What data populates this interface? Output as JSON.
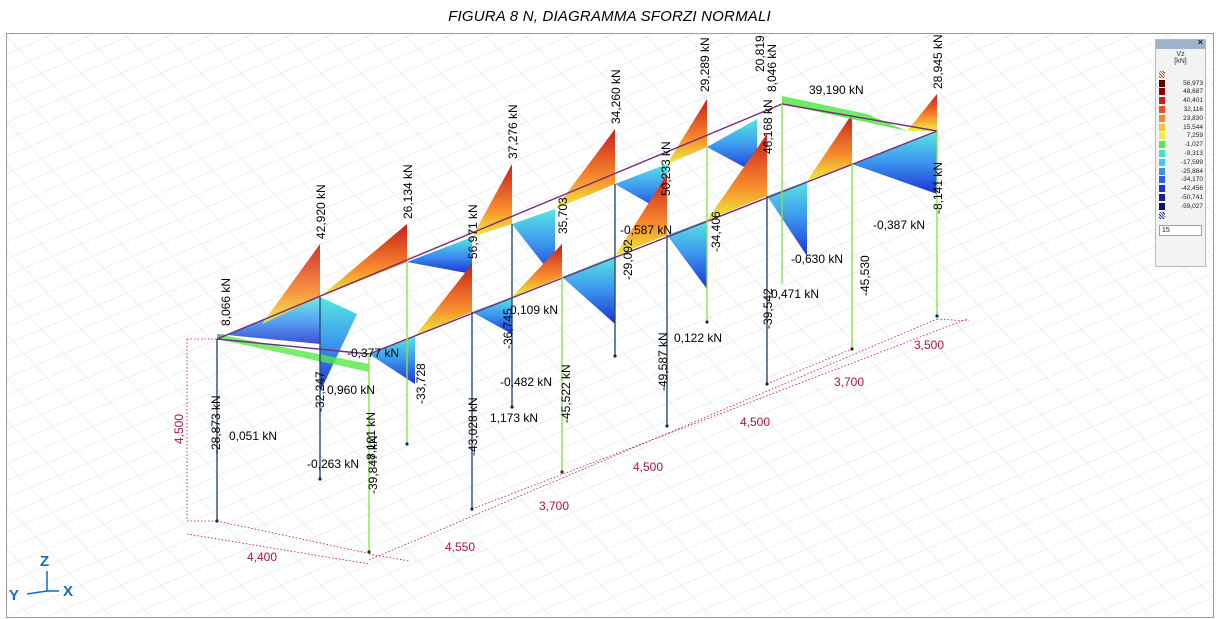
{
  "figure": {
    "caption": "FIGURA 8 N, DIAGRAMMA SFORZI NORMALI"
  },
  "legend": {
    "title": "Vz",
    "unit": "[kN]",
    "close_glyph": "×",
    "entries": [
      {
        "value": "56,973",
        "color": "#5a0000"
      },
      {
        "value": "48,687",
        "color": "#8e0000"
      },
      {
        "value": "40,401",
        "color": "#c71e1e"
      },
      {
        "value": "32,116",
        "color": "#f04a1e"
      },
      {
        "value": "23,830",
        "color": "#f8892c"
      },
      {
        "value": "15,544",
        "color": "#f6c63a"
      },
      {
        "value": "7,259",
        "color": "#e9f23c"
      },
      {
        "value": "-1,027",
        "color": "#56e84a"
      },
      {
        "value": "-9,313",
        "color": "#44e0c0"
      },
      {
        "value": "-17,599",
        "color": "#3fc9ef"
      },
      {
        "value": "-25,884",
        "color": "#3c94ef"
      },
      {
        "value": "-34,170",
        "color": "#2560ee"
      },
      {
        "value": "-42,456",
        "color": "#1b31d1"
      },
      {
        "value": "-50,741",
        "color": "#141f9c"
      },
      {
        "value": "-59,027",
        "color": "#0b1363"
      }
    ],
    "divisions": "15"
  },
  "axes": {
    "z": "Z",
    "y": "Y",
    "x": "X"
  },
  "dimensions": [
    "4,500",
    "4,400",
    "4,550",
    "3,700",
    "4,500",
    "4,500",
    "3,700",
    "3,500"
  ],
  "force_labels": {
    "top": [
      "42,920 kN",
      "26,134 kN",
      "56,971 kN",
      "37,276 kN",
      "34,260 kN",
      "29,289 kN",
      "20,819",
      "8,046 kN",
      "39,190 kN",
      "28,945 kN",
      "46,168 kN",
      "50,233 kN",
      "35,703",
      "8,066 kN"
    ],
    "mid": [
      "-32,247",
      "-33,728",
      "-36,745",
      "-29,092",
      "-34,406",
      "-39,542",
      "-45,530",
      "-8,141 kN",
      "-0,387 kN",
      "-0,587 kN",
      "-0,630 kN",
      "0,471 kN",
      "0,109 kN",
      "-0,377 kN",
      "0,960 kN",
      "-0,482 kN",
      "0,122 kN"
    ],
    "low": [
      "-28,873 kN",
      "0,051 kN",
      "-0,263 kN",
      "-8,121 kN",
      "-39,847 kN",
      "-43,028 kN",
      "1,173 kN",
      "-45,522 kN",
      "-49,587 kN"
    ]
  }
}
